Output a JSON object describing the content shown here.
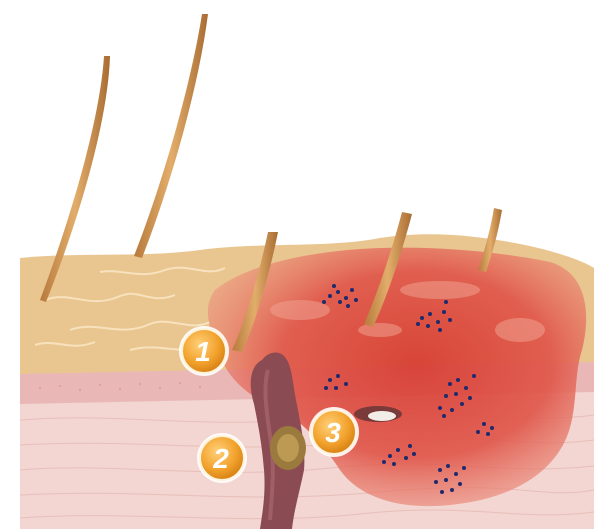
{
  "diagram": {
    "callouts": [
      {
        "label": "1"
      },
      {
        "label": "2"
      },
      {
        "label": "3"
      }
    ],
    "colors": {
      "background": "#ffffff",
      "epidermis": "#e8c48e",
      "dermis": "#f4d6d2",
      "inflammation": "#d9473a",
      "hair": "#c98b4a",
      "vessel": "#8a4a52",
      "bacteria": "#1e2a6e",
      "badge": "#f2a22c"
    }
  }
}
